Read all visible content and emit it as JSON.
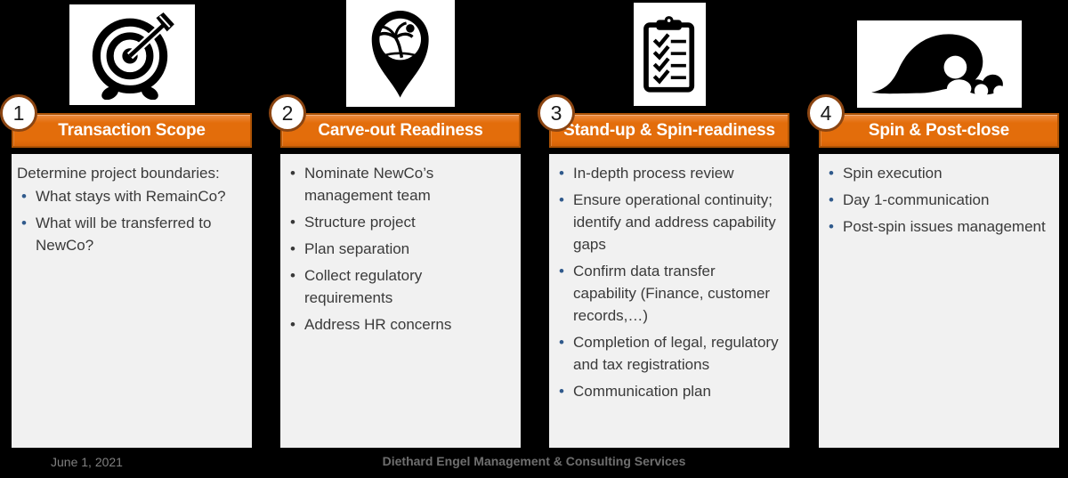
{
  "colors": {
    "background": "#000000",
    "header_orange": "#E36D0B",
    "header_border": "#AD5305",
    "circle_border": "#8B4512",
    "content_bg": "#F1F1F1",
    "bullet_blue": "#305A8C",
    "bullet_dark": "#3A3A3A",
    "text": "#3A3A3A"
  },
  "phases": [
    {
      "number": "1",
      "title": "Transaction Scope",
      "icon": "target-arrow-icon",
      "bullet_color": "#305A8C",
      "intro": "Determine project boundaries:",
      "bullets": [
        "What stays with RemainCo?",
        "What will be transferred to NewCo?"
      ]
    },
    {
      "number": "2",
      "title": "Carve-out Readiness",
      "icon": "island-location-pin-icon",
      "bullet_color": "#383838",
      "intro": "",
      "bullets": [
        "Nominate NewCo’s management team",
        "Structure project",
        "Plan separation",
        "Collect regulatory requirements",
        "Address HR concerns"
      ]
    },
    {
      "number": "3",
      "title": "Stand-up & Spin-readiness",
      "icon": "checklist-clipboard-icon",
      "bullet_color": "#305A8C",
      "intro": "",
      "bullets": [
        "In-depth process review",
        "Ensure operational continuity; identify and address capability gaps",
        "Confirm data transfer capability (Finance, customer records,…)",
        "Completion of legal, regulatory and tax registrations",
        "Communication plan"
      ]
    },
    {
      "number": "4",
      "title": "Spin & Post-close",
      "icon": "ocean-wave-icon",
      "bullet_color": "#305A8C",
      "intro": "",
      "bullets": [
        "Spin execution",
        "Day 1-communication",
        "Post-spin issues management"
      ]
    }
  ],
  "footer": {
    "date": "June 1, 2021",
    "company": "Diethard Engel Management & Consulting Services"
  }
}
